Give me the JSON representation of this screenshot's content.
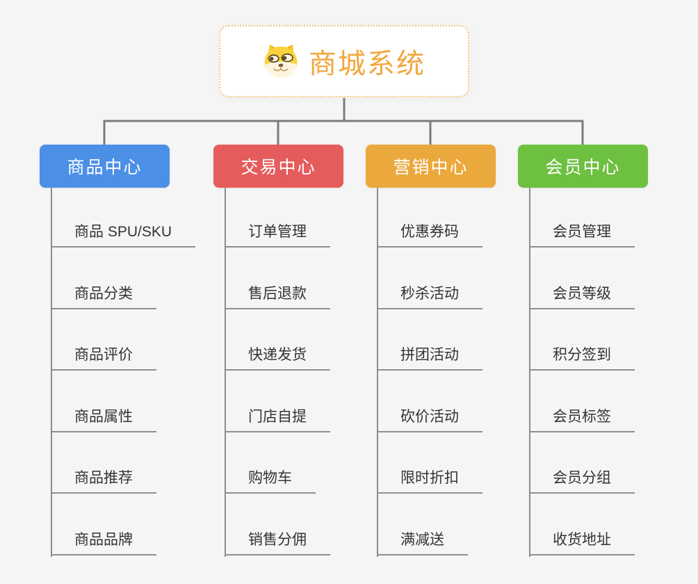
{
  "root": {
    "title": "商城系统",
    "icon": "shiba-dog-icon"
  },
  "branches": [
    {
      "label": "商品中心",
      "color": "#4b8fe6",
      "items": [
        "商品 SPU/SKU",
        "商品分类",
        "商品评价",
        "商品属性",
        "商品推荐",
        "商品品牌"
      ]
    },
    {
      "label": "交易中心",
      "color": "#e55c5c",
      "items": [
        "订单管理",
        "售后退款",
        "快递发货",
        "门店自提",
        "购物车",
        "销售分佣"
      ]
    },
    {
      "label": "营销中心",
      "color": "#eba83c",
      "items": [
        "优惠券码",
        "秒杀活动",
        "拼团活动",
        "砍价活动",
        "限时折扣",
        "满减送"
      ]
    },
    {
      "label": "会员中心",
      "color": "#6ec040",
      "items": [
        "会员管理",
        "会员等级",
        "积分签到",
        "会员标签",
        "会员分组",
        "收货地址"
      ]
    }
  ],
  "colors": {
    "background": "#f5f5f5",
    "connector": "#7b7b7b",
    "leaf_line": "#8f8f8f",
    "leaf_text": "#333333",
    "root_text": "#f2a73d",
    "root_border": "#f4c577"
  }
}
